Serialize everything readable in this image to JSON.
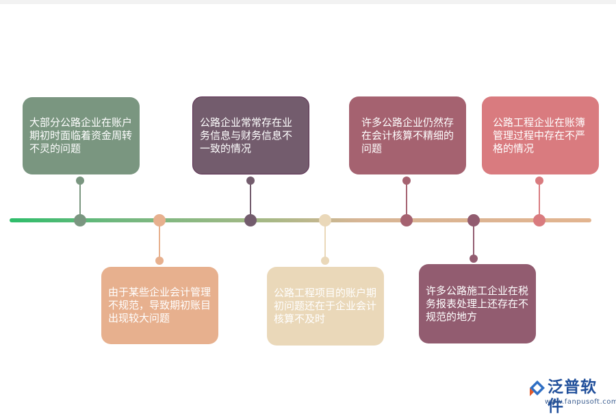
{
  "items": [
    {
      "text": "大部分公路企业在账户期初时面临着资金周转不灵的问题",
      "color": "#7a9680"
    },
    {
      "text": "由于某些企业会计管理不规范，导致期初账目出现较大问题",
      "color": "#e7b08e"
    },
    {
      "text": "公路企业常常存在业务信息与财务信息不一致的情况",
      "color": "#735c6d"
    },
    {
      "text": "公路工程项目的账户期初问题还在于企业会计核算不及时",
      "color": "#ead8b9"
    },
    {
      "text": "许多公路企业仍然存在会计核算不精细的问题",
      "color": "#a56270"
    },
    {
      "text": "许多公路施工企业在税务报表处理上还存在不规范的地方",
      "color": "#925c70"
    },
    {
      "text": "公路工程企业在账簿管理过程中存在不严格的情况",
      "color": "#d97b7f"
    }
  ],
  "logo": {
    "name": "泛普软件",
    "url": "www.fanpusoft.com"
  }
}
